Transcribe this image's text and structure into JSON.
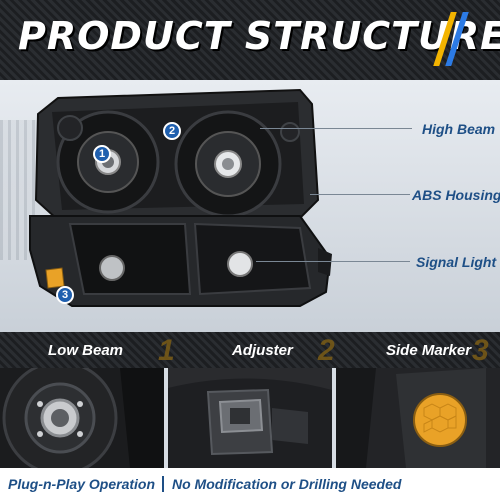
{
  "banner": {
    "title": "PRODUCT STRUCTURE",
    "accent_colors": [
      "#f3b400",
      "#2c7be5"
    ]
  },
  "callouts": [
    {
      "label": "High Beam"
    },
    {
      "label": "ABS Housing"
    },
    {
      "label": "Signal Light"
    }
  ],
  "badges": [
    "1",
    "2",
    "3"
  ],
  "details": [
    {
      "label": "Low Beam",
      "number": "1"
    },
    {
      "label": "Adjuster",
      "number": "2"
    },
    {
      "label": "Side Marker",
      "number": "3"
    }
  ],
  "footer": {
    "left": "Plug-n-Play Operation",
    "right": "No Modification or Drilling Needed"
  },
  "colors": {
    "label_blue": "#1e4f86",
    "badge_blue": "#1f5fae",
    "amber": "#e9a227"
  }
}
